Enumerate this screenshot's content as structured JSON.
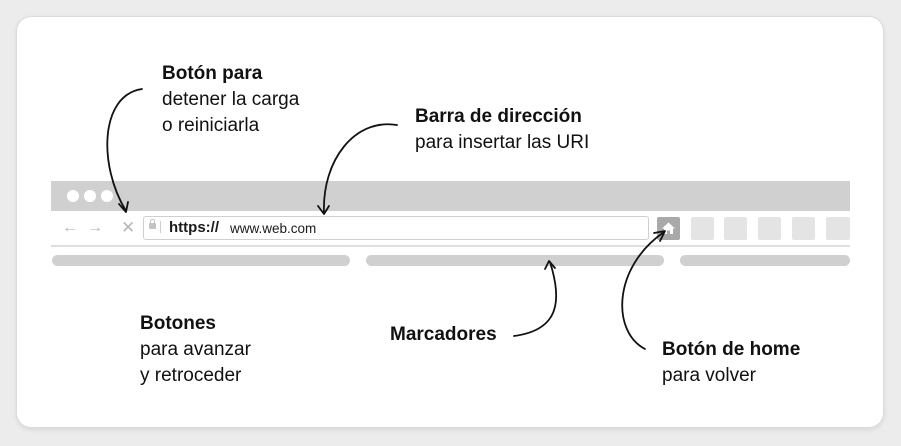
{
  "browser": {
    "url_protocol": "https://",
    "url_domain": "www.web.com",
    "back_icon": "arrow-left-icon",
    "forward_icon": "arrow-right-icon",
    "stop_icon": "close-icon",
    "home_icon": "home-icon"
  },
  "annotations": {
    "stop_reload": {
      "title": "Botón para",
      "line1": "detener la carga",
      "line2": "o reiniciarla"
    },
    "address_bar": {
      "title": "Barra de dirección",
      "line1": "para insertar las URI"
    },
    "nav_buttons": {
      "title": "Botones",
      "line1": "para avanzar",
      "line2": "y retroceder"
    },
    "bookmarks": {
      "title": "Marcadores"
    },
    "home": {
      "title": "Botón de home",
      "line1": "para volver"
    }
  },
  "colors": {
    "chrome_gray": "#d0d0d0",
    "home_button": "#a9a9a9",
    "text": "#111111"
  }
}
